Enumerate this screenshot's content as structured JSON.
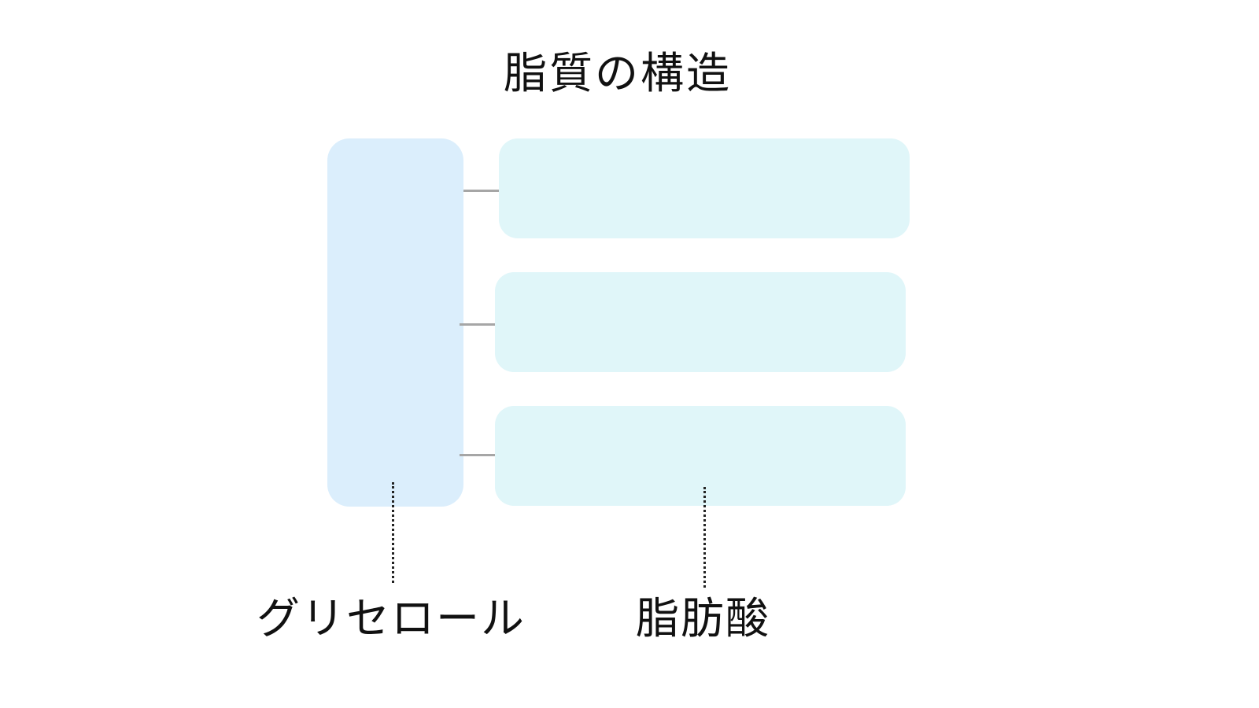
{
  "title": "脂質の構造",
  "labels": {
    "glycerol": "グリセロール",
    "fatty_acid": "脂肪酸"
  },
  "colors": {
    "glycerol_block": "#dbeefc",
    "fatty_acid_block": "#e0f6f9",
    "connector": "#a6a6a6",
    "text": "#111111"
  },
  "fatty_acid_chains": 3
}
